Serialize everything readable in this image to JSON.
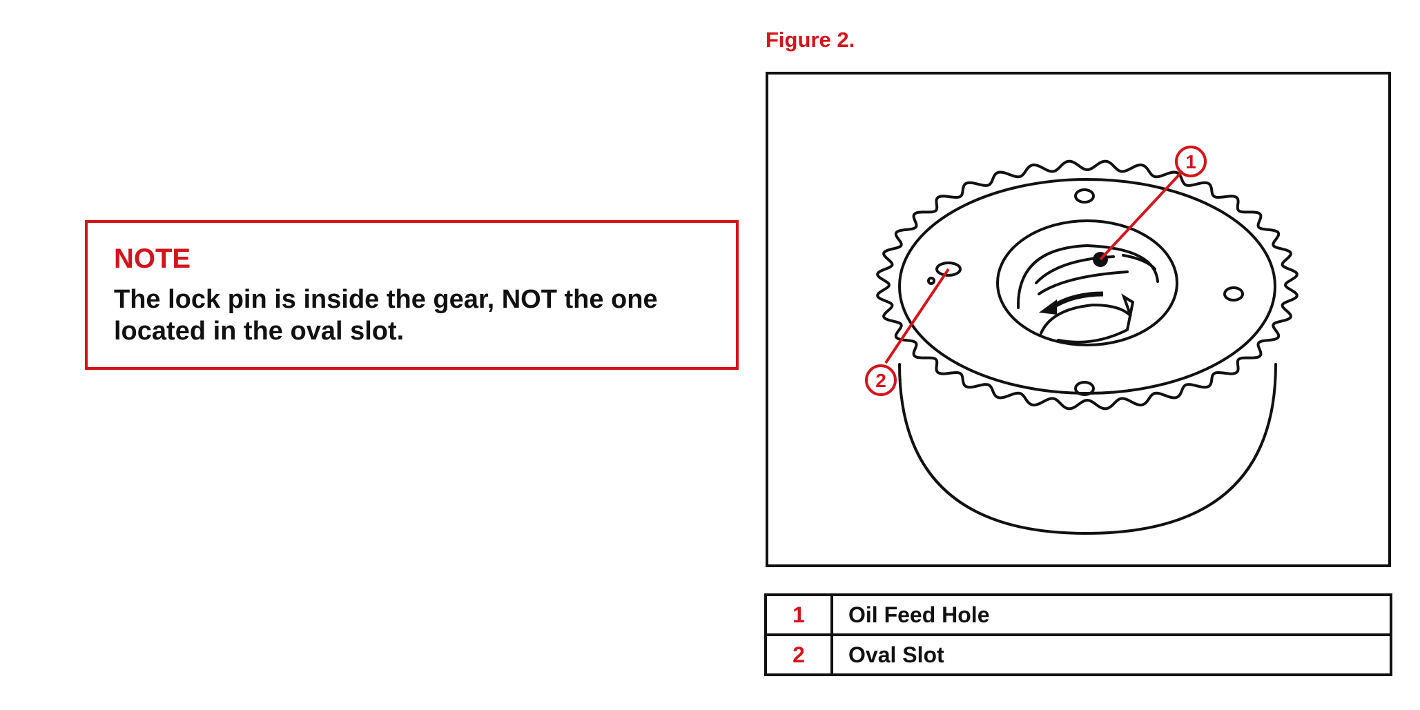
{
  "figure": {
    "title": "Figure 2.",
    "callouts": [
      "1",
      "2"
    ]
  },
  "note": {
    "heading": "NOTE",
    "line1": "The lock pin is inside the gear, NOT the one",
    "line2": "located in the oval slot."
  },
  "legend": [
    {
      "number": "1",
      "label": "Oil Feed Hole"
    },
    {
      "number": "2",
      "label": "Oval Slot"
    }
  ],
  "colors": {
    "accent": "#d3141b",
    "line": "#111111"
  },
  "icons": {
    "rotation_arrow": "rotation-arrow-icon"
  }
}
